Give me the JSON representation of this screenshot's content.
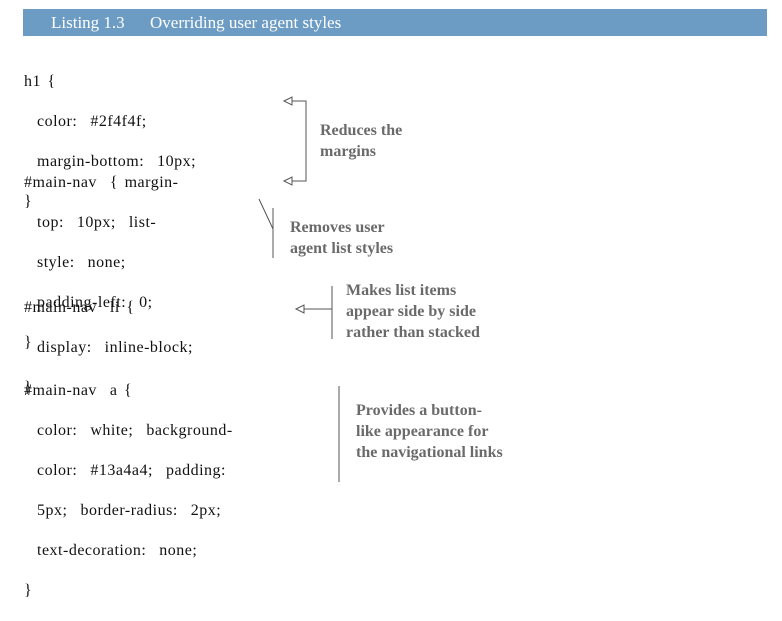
{
  "listing": {
    "number": "Listing 1.3",
    "title": "Overriding user agent styles"
  },
  "code_blocks": [
    {
      "lines": [
        "h1 {",
        "  color:  #2f4f4f;",
        "  margin-bottom:  10px;",
        "}"
      ]
    },
    {
      "lines": [
        "#main-nav  { margin-",
        "  top:  10px;  list-",
        "  style:  none;",
        "  padding-left:  0;",
        "}"
      ]
    },
    {
      "lines": [
        "#main-nav  li {",
        "  display:  inline-block;",
        "}"
      ]
    },
    {
      "lines": [
        "#main-nav  a {",
        "  color:  white;  background-",
        "  color:  #13a4a4;  padding:",
        "  5px;  border-radius:  2px;",
        "  text-decoration:  none;",
        "}"
      ]
    }
  ],
  "annotations": [
    {
      "text": "Reduces the\nmargins"
    },
    {
      "text": "Removes user\nagent list styles"
    },
    {
      "text": "Makes list items\nappear side by side\nrather than stacked"
    },
    {
      "text": "Provides a button-\nlike appearance for\nthe navigational links"
    }
  ],
  "colors": {
    "header_background": "#6c9bc3",
    "header_text": "#ffffff",
    "annotation_text": "#6a6a6a",
    "code_text": "#111111"
  },
  "icons": [
    "arrow-marker-icon"
  ]
}
